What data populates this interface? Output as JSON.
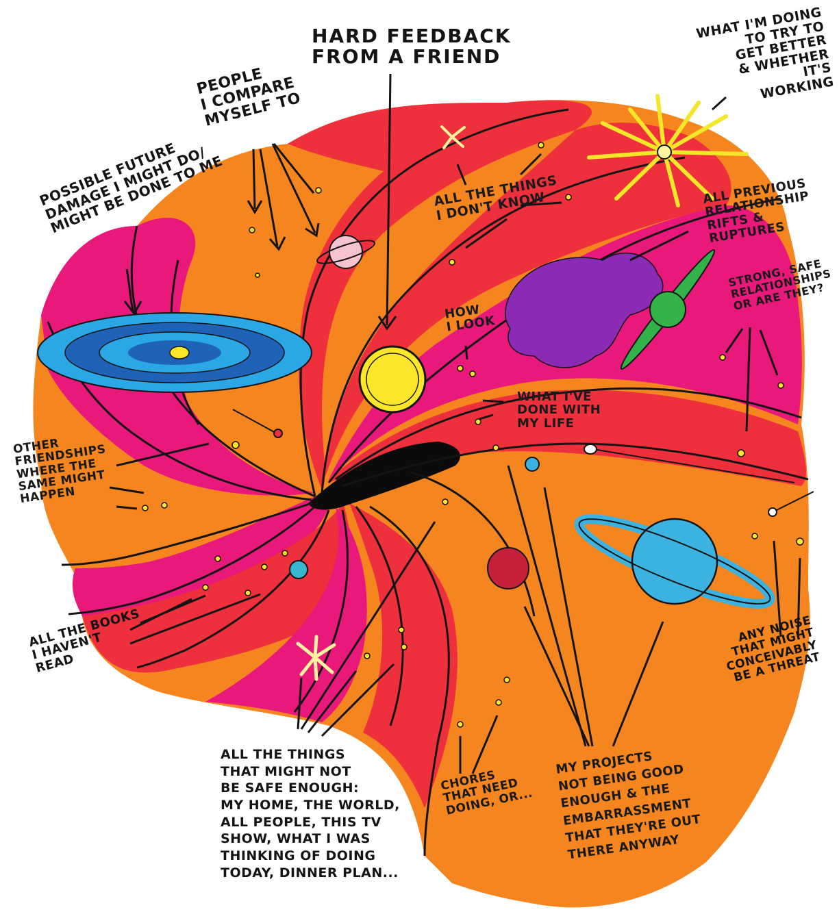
{
  "colors": {
    "orange": "#f5861f",
    "red": "#ee2f3c",
    "magenta": "#e8197a",
    "black_hole": "#0b0b0b",
    "sun_yellow": "#fbe62a",
    "blue_galaxy_outer": "#2aa7e4",
    "blue_galaxy_inner": "#1e63b7",
    "purple_nebula": "#8b2bb5",
    "green_planet": "#32b248",
    "saturn_blue": "#3cb2e0",
    "burst_yellow": "#f4e629",
    "ink": "#141414"
  },
  "labels": {
    "hard_feedback": "HARD FEEDBACK\nFROM A FRIEND",
    "people_compare": "PEOPLE\nI COMPARE\nMYSELF TO",
    "what_im_doing": "WHAT I'M DOING\nTO TRY TO\nGET BETTER\n& WHETHER\nIT'S\nWORKING",
    "possible_future": "POSSIBLE FUTURE\nDAMAGE I MIGHT DO/\nMIGHT BE DONE TO ME",
    "all_things_dont_know": "ALL THE THINGS\nI DON'T KNOW",
    "previous_relationship": "ALL PREVIOUS\nRELATIONSHIP\nRIFTS & RUPTURES",
    "how_i_look": "HOW\nI LOOK",
    "strong_safe": "STRONG, SAFE\nRELATIONSHIPS\nOR ARE THEY?",
    "what_ive_done": "WHAT I'VE\nDONE WITH\nMY LIFE",
    "other_friendships": "OTHER\nFRIENDSHIPS\nWHERE THE\nSAME MIGHT\nHAPPEN",
    "all_books": "ALL THE BOOKS\nI HAVEN'T\nREAD",
    "any_noise": "ANY NOISE\nTHAT MIGHT\nCONCEIVABLY\nBE A THREAT",
    "might_not_be_safe": "ALL THE THINGS\nTHAT MIGHT NOT\nBE SAFE ENOUGH:\nMY HOME, THE WORLD,\nALL PEOPLE, THIS TV\nSHOW, WHAT I WAS\nTHINKING OF DOING\nTODAY, DINNER PLAN...",
    "chores": "CHORES\nTHAT NEED\nDOING, OR...",
    "my_projects": "MY PROJECTS\nNOT BEING GOOD\nENOUGH & THE\nEMBARRASSMENT\nTHAT THEY'RE OUT\nTHERE ANYWAY"
  }
}
